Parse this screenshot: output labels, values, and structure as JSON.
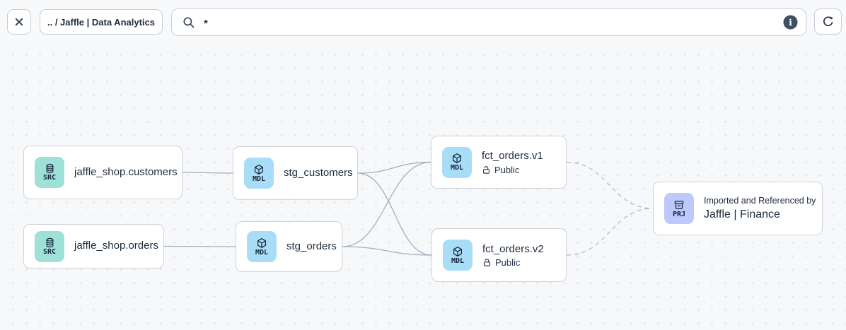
{
  "toolbar": {
    "breadcrumb": ".. / Jaffle | Data Analytics",
    "search_value": "*"
  },
  "canvas": {
    "nodes": [
      {
        "id": "src-customers",
        "type": "SRC",
        "type_label": "SRC",
        "icon": "database-icon",
        "title": "jaffle_shop.customers"
      },
      {
        "id": "src-orders",
        "type": "SRC",
        "type_label": "SRC",
        "icon": "database-icon",
        "title": "jaffle_shop.orders"
      },
      {
        "id": "stg-customers",
        "type": "MDL",
        "type_label": "MDL",
        "icon": "cube-icon",
        "title": "stg_customers"
      },
      {
        "id": "stg-orders",
        "type": "MDL",
        "type_label": "MDL",
        "icon": "cube-icon",
        "title": "stg_orders"
      },
      {
        "id": "fct-orders-v1",
        "type": "MDL",
        "type_label": "MDL",
        "icon": "cube-icon",
        "title": "fct_orders.v1",
        "badge": {
          "icon": "lock-open-icon",
          "label": "Public"
        }
      },
      {
        "id": "fct-orders-v2",
        "type": "MDL",
        "type_label": "MDL",
        "icon": "cube-icon",
        "title": "fct_orders.v2",
        "badge": {
          "icon": "lock-open-icon",
          "label": "Public"
        }
      },
      {
        "id": "prj-jaffle-finance",
        "type": "PRJ",
        "type_label": "PRJ",
        "icon": "archive-icon",
        "subtitle": "Imported and Referenced by",
        "title": "Jaffle | Finance"
      }
    ],
    "edges": [
      {
        "from": "src-customers",
        "to": "stg-customers",
        "style": "solid"
      },
      {
        "from": "src-orders",
        "to": "stg-orders",
        "style": "solid"
      },
      {
        "from": "stg-customers",
        "to": "fct-orders-v1",
        "style": "solid"
      },
      {
        "from": "stg-customers",
        "to": "fct-orders-v2",
        "style": "solid"
      },
      {
        "from": "stg-orders",
        "to": "fct-orders-v1",
        "style": "solid"
      },
      {
        "from": "stg-orders",
        "to": "fct-orders-v2",
        "style": "solid"
      },
      {
        "from": "fct-orders-v1",
        "to": "prj-jaffle-finance",
        "style": "dashed"
      },
      {
        "from": "fct-orders-v2",
        "to": "prj-jaffle-finance",
        "style": "dashed"
      }
    ]
  },
  "colors": {
    "src_icon_bg": "#9de1d9",
    "mdl_icon_bg": "#a8ddf8",
    "prj_icon_bg": "#bdc8fb",
    "edge_solid": "#a4aebb",
    "edge_dashed": "#b3bac5",
    "glyph_dark": "#16263a"
  }
}
